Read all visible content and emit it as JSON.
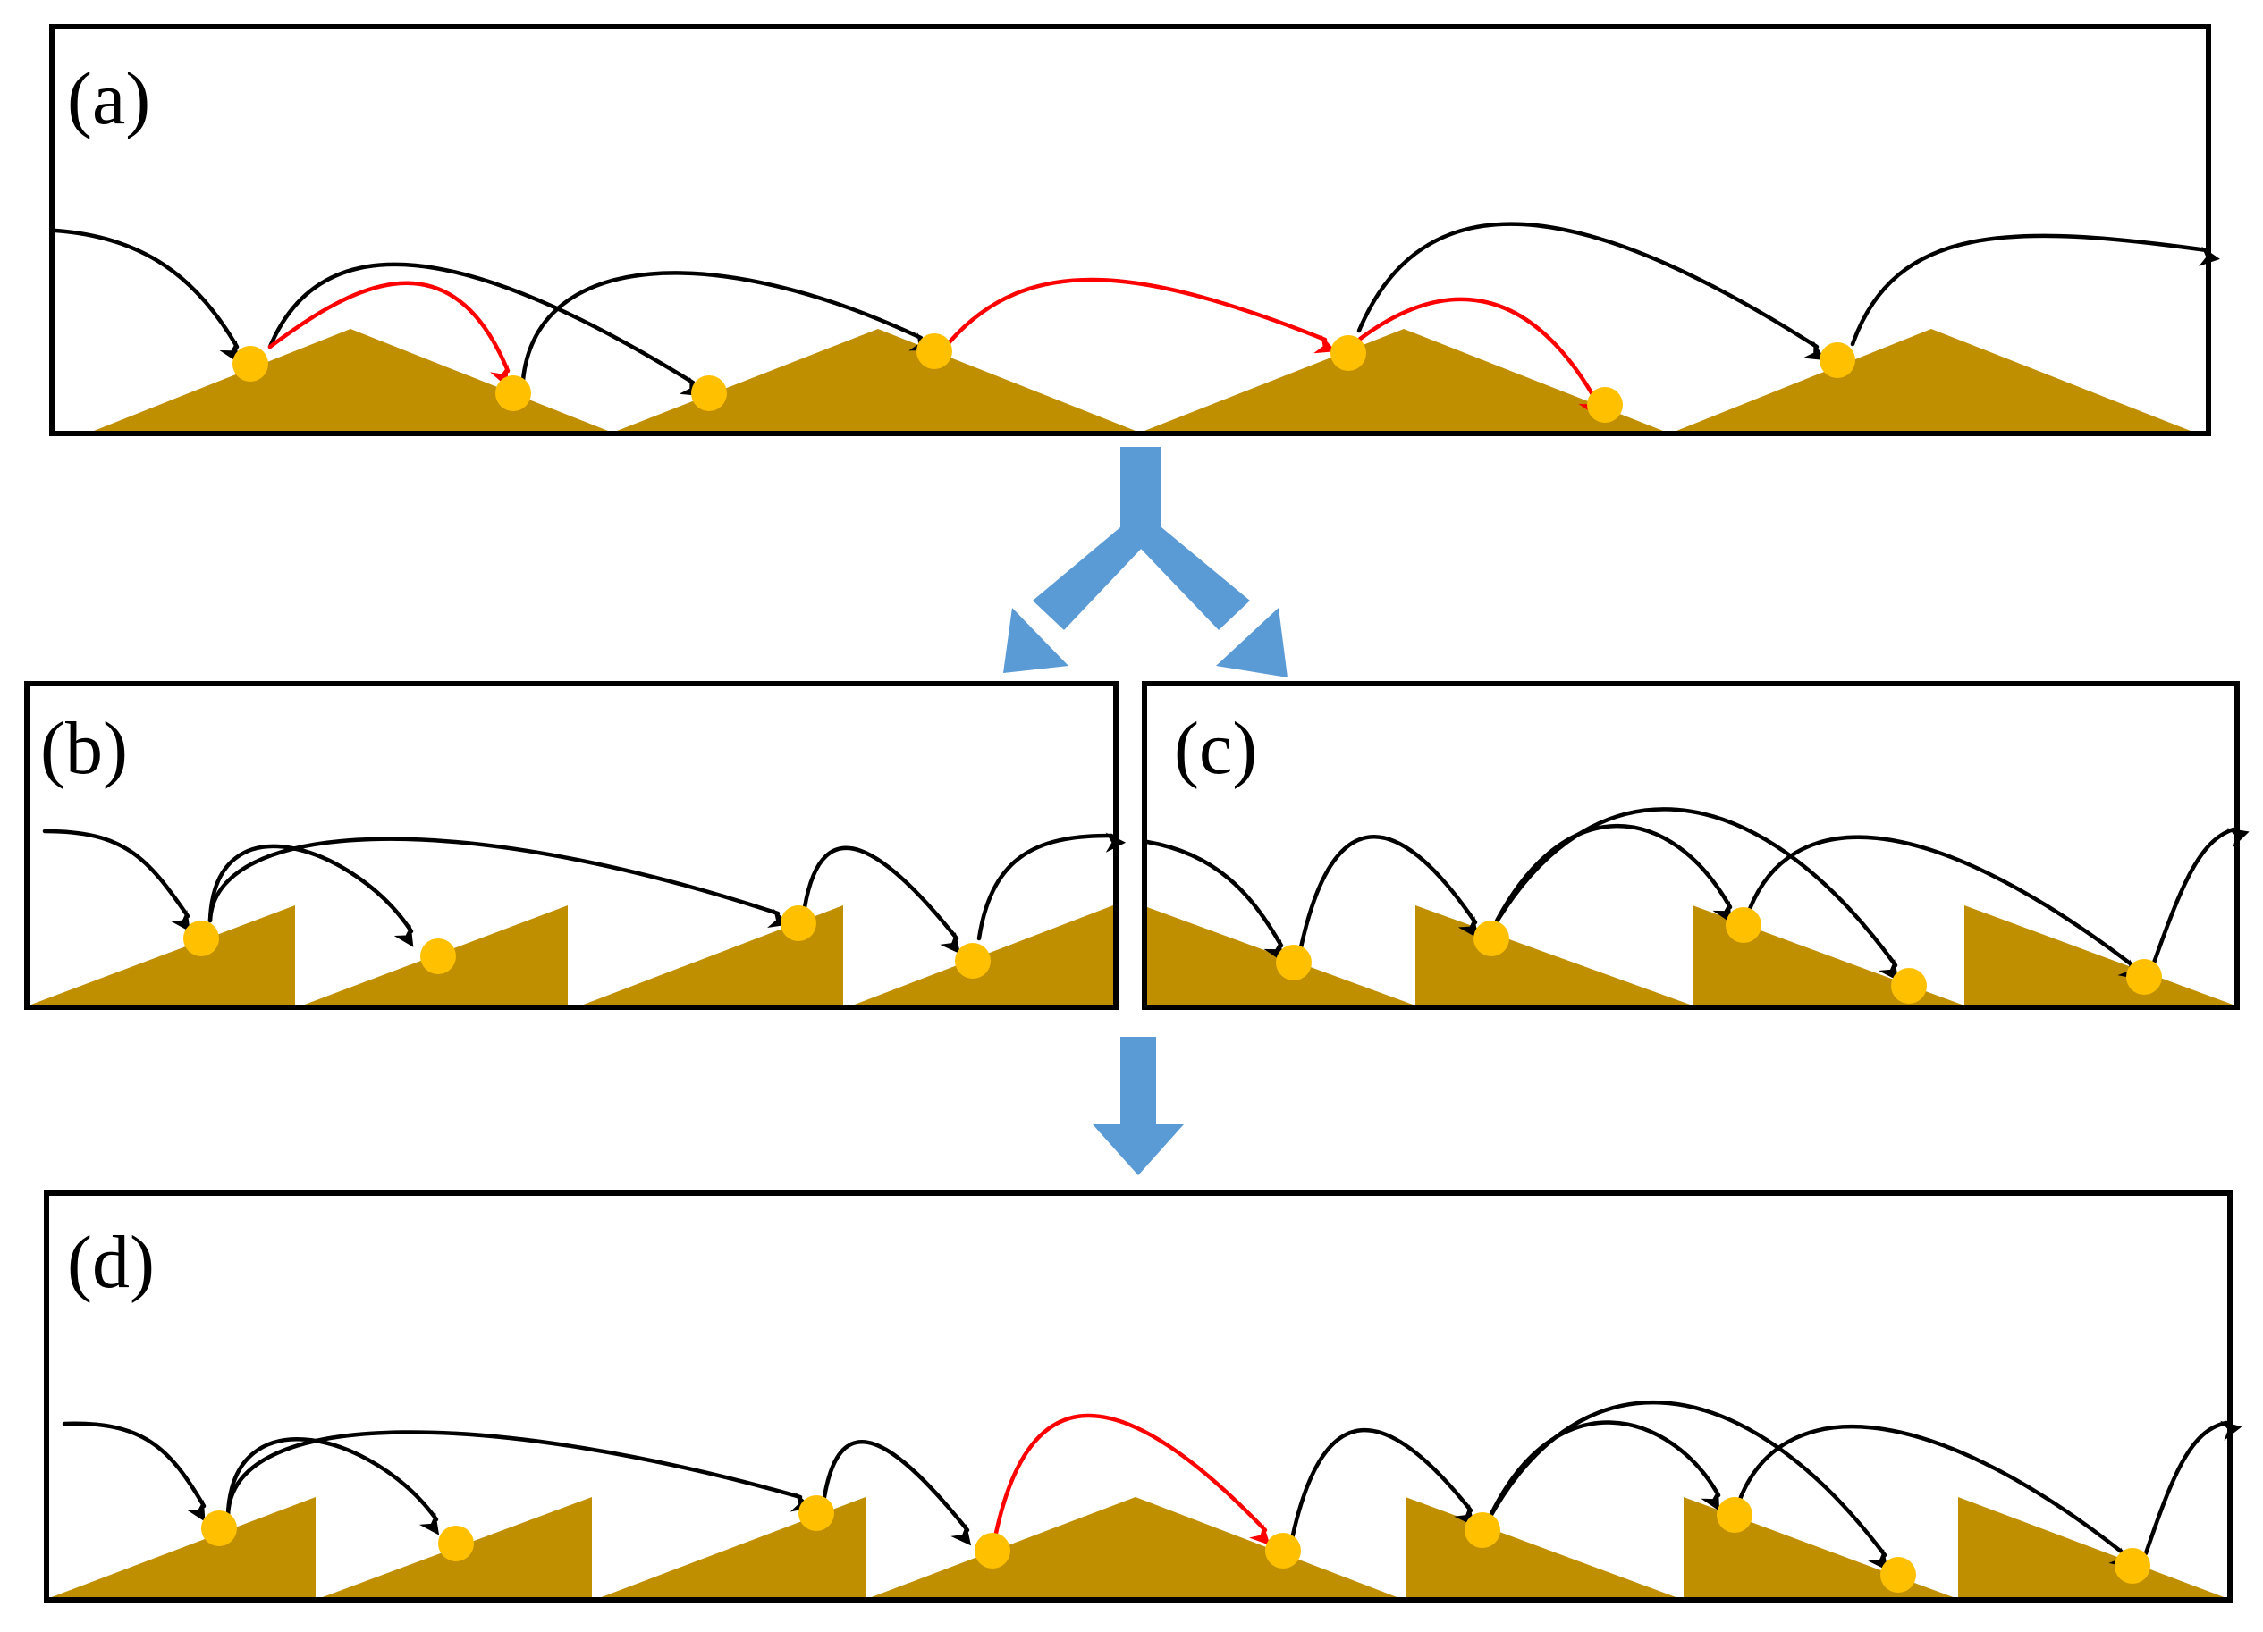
{
  "panels": [
    {
      "id": "a",
      "label": "(a)"
    },
    {
      "id": "b",
      "label": "(b)"
    },
    {
      "id": "c",
      "label": "(c)"
    },
    {
      "id": "d",
      "label": "(d)"
    }
  ],
  "colors": {
    "terrain": "#BF8F00",
    "particle": "#FFC000",
    "arrow_default": "#000000",
    "arrow_highlight": "#FF0000",
    "flow_arrow": "#5B9BD5",
    "frame": "#000000"
  },
  "icons": {
    "particle": "particle-dot",
    "flow": "block-arrow"
  }
}
